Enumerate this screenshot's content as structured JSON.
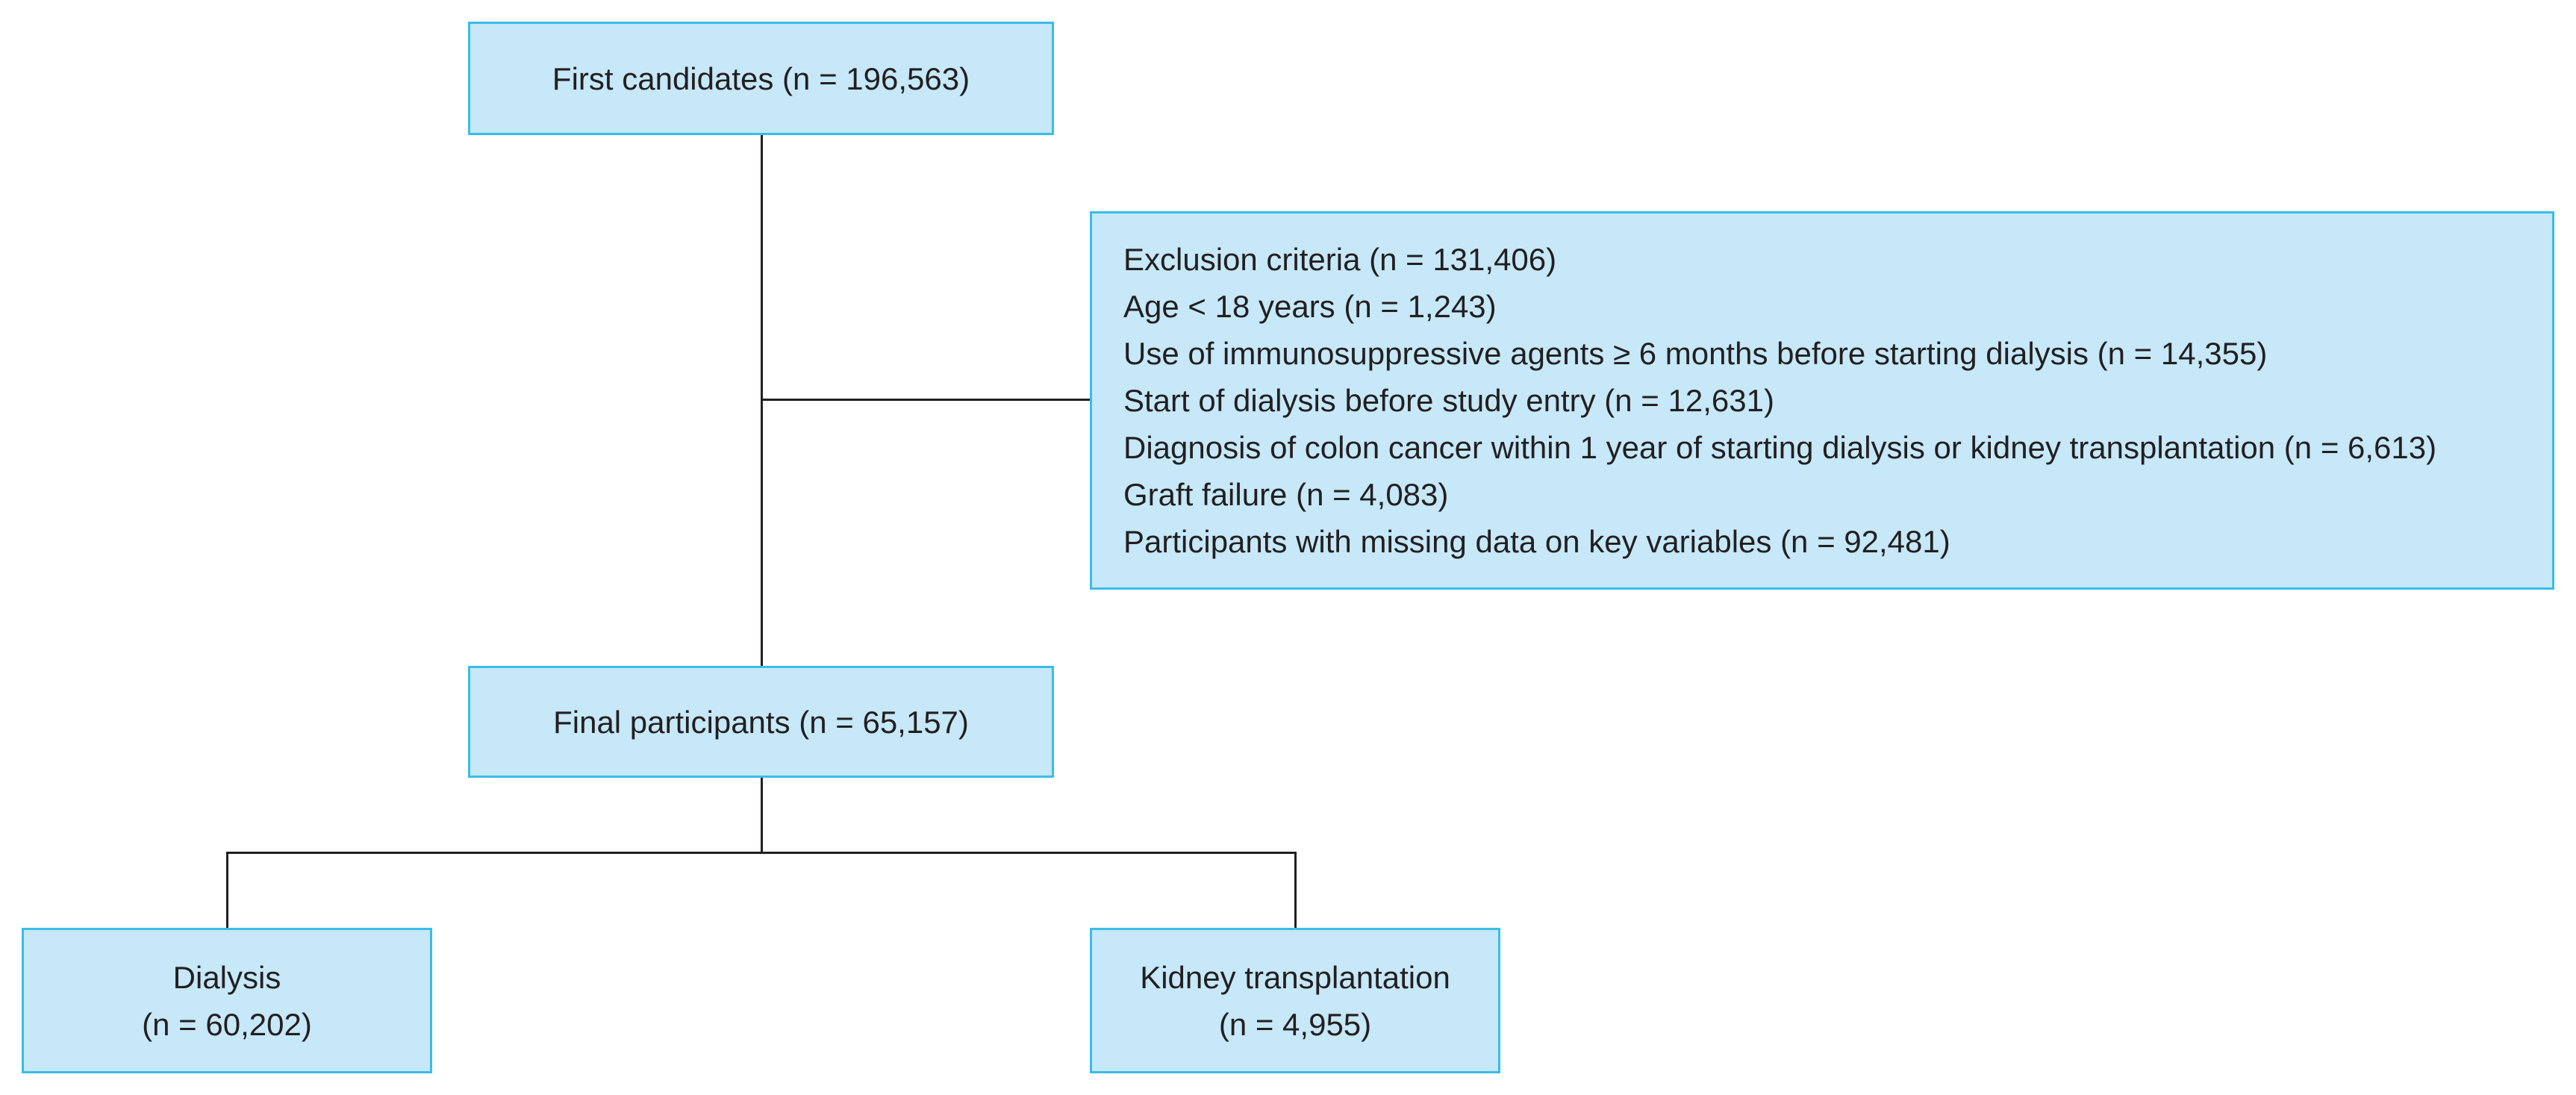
{
  "boxes": {
    "first_candidates": {
      "lines": [
        "First candidates (n = 196,563)"
      ]
    },
    "exclusion": {
      "lines": [
        "Exclusion criteria (n = 131,406)",
        "Age < 18 years (n = 1,243)",
        "Use of immunosuppressive agents ≥ 6 months before starting dialysis (n = 14,355)",
        "Start of dialysis before study entry (n = 12,631)",
        "Diagnosis of colon cancer within 1 year of starting dialysis or kidney transplantation (n = 6,613)",
        "Graft failure (n = 4,083)",
        "Participants with missing data on key variables (n = 92,481)"
      ]
    },
    "final_participants": {
      "lines": [
        "Final participants (n = 65,157)"
      ]
    },
    "dialysis": {
      "lines": [
        "Dialysis",
        "(n = 60,202)"
      ]
    },
    "kidney_transplantation": {
      "lines": [
        "Kidney transplantation",
        "(n = 4,955)"
      ]
    }
  },
  "colors": {
    "box_fill": "#c6e8f8",
    "box_border": "#39bde8",
    "connector": "#231f20",
    "text": "#231f20"
  }
}
